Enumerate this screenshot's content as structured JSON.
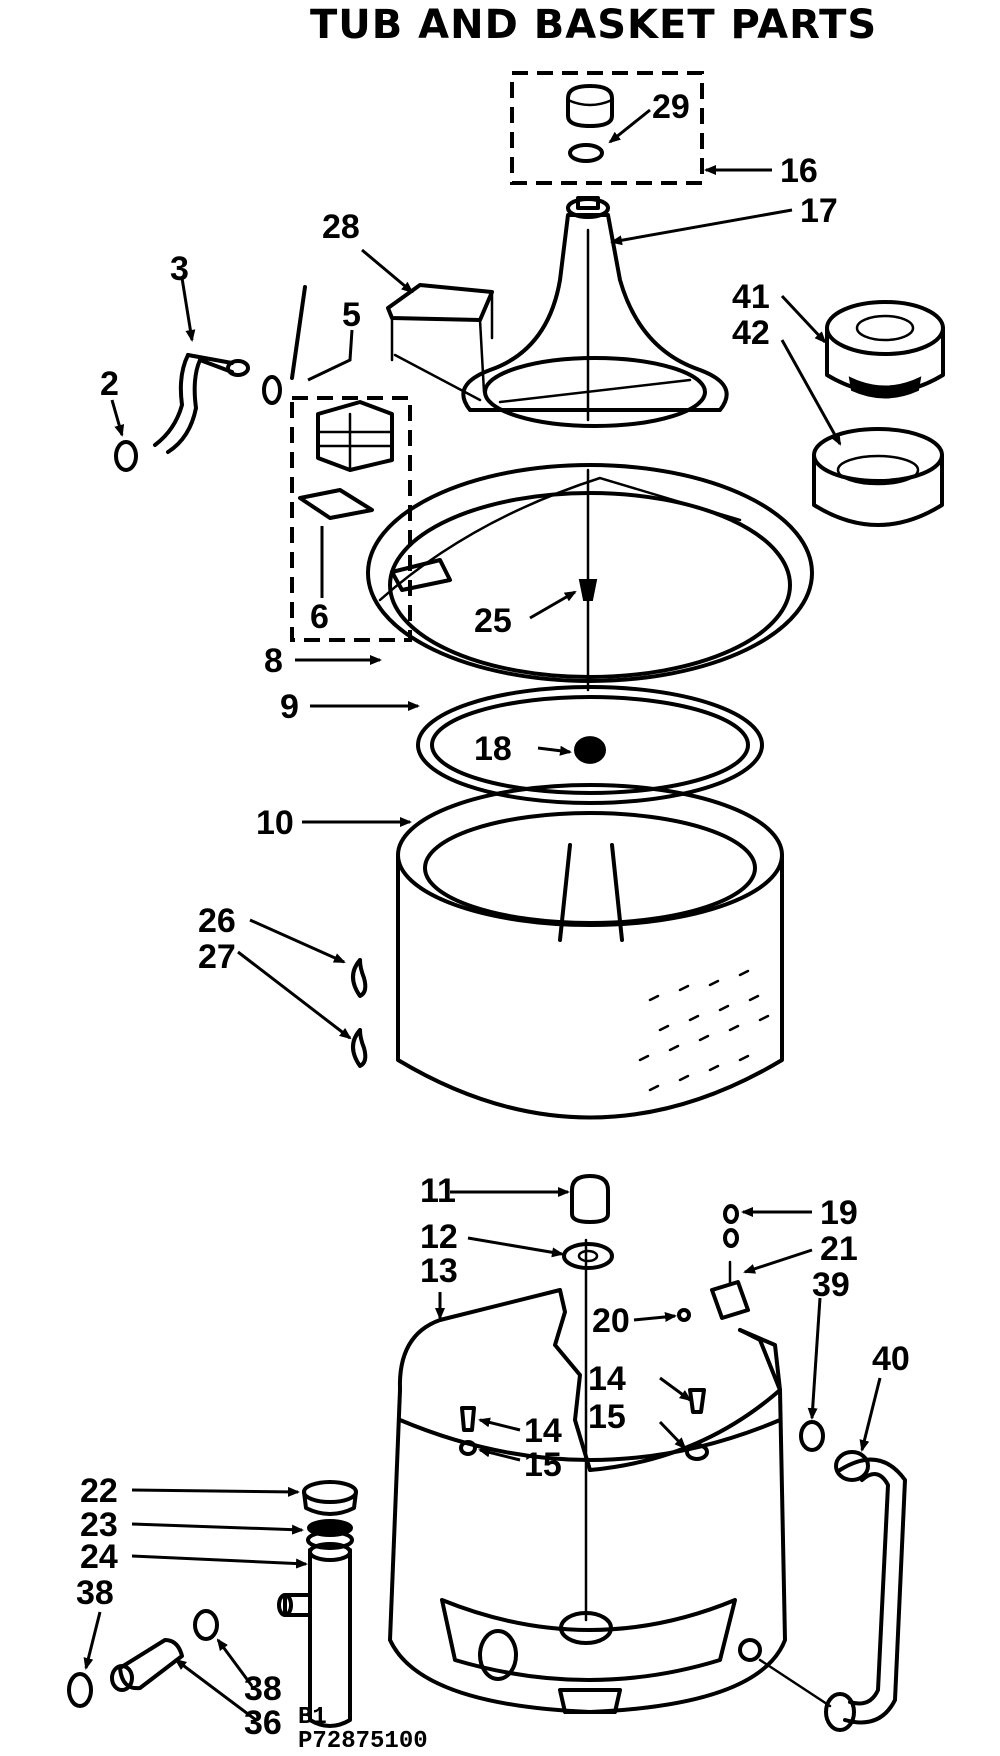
{
  "title": "TUB AND BASKET PARTS",
  "footer": {
    "line1": "B1",
    "line2": "P72875100"
  },
  "part_labels": {
    "p29": "29",
    "p16": "16",
    "p17": "17",
    "p28": "28",
    "p3": "3",
    "p5": "5",
    "p2": "2",
    "p41": "41",
    "p42": "42",
    "p25": "25",
    "p6": "6",
    "p8": "8",
    "p9": "9",
    "p18": "18",
    "p10": "10",
    "p26": "26",
    "p27": "27",
    "p11": "11",
    "p12": "12",
    "p13": "13",
    "p19": "19",
    "p21": "21",
    "p39": "39",
    "p20": "20",
    "p40": "40",
    "p14a": "14",
    "p15a": "15",
    "p14b": "14",
    "p15b": "15",
    "p22": "22",
    "p23": "23",
    "p24": "24",
    "p38a": "38",
    "p38b": "38",
    "p36": "36"
  }
}
